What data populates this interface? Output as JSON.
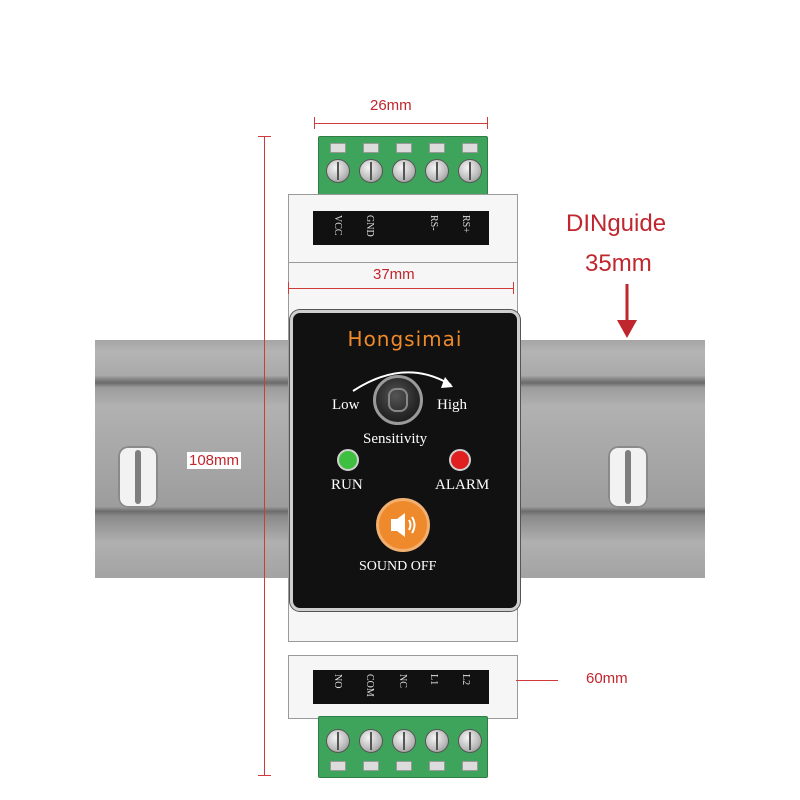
{
  "dimensions": {
    "top_width": "26mm",
    "module_width": "37mm",
    "height": "108mm",
    "depth": "60mm"
  },
  "rail_label": {
    "line1": "DINguide",
    "line2": "35mm"
  },
  "top_terminals": [
    "VCC",
    "GND",
    "",
    "RS-",
    "RS+"
  ],
  "bottom_terminals": [
    "NO",
    "COM",
    "NC",
    "L1",
    "L2"
  ],
  "panel": {
    "brand": "Hongsimai",
    "knob_low": "Low",
    "knob_high": "High",
    "knob_caption": "Sensitivity",
    "led_run": "RUN",
    "led_alarm": "ALARM",
    "button_label": "SOUND OFF"
  },
  "colors": {
    "dimension": "#c0262d",
    "brand": "#ee8a2a",
    "terminal": "#3fa45b",
    "led_run": "#3fbf3f",
    "led_alarm": "#e02020",
    "button": "#ef8a2c"
  }
}
